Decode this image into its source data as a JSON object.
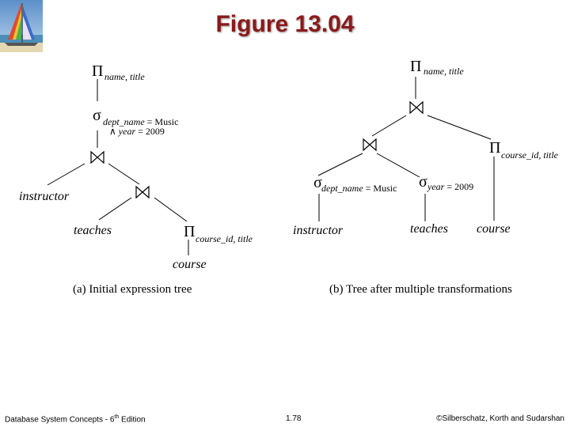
{
  "slide": {
    "title": "Figure 13.04"
  },
  "symbols": {
    "project": "Π",
    "select": "σ",
    "and": "∧"
  },
  "tree_a": {
    "project_attrs": "name, title",
    "select_attr1": "dept_name",
    "select_val1": " = Music",
    "select_attr2": "year",
    "select_val2": " = 2009",
    "instructor": "instructor",
    "teaches": "teaches",
    "project2_attrs": "course_id, title",
    "course": "course",
    "caption": "(a) Initial expression tree"
  },
  "tree_b": {
    "project_attrs": "name, title",
    "project2_attrs": "course_id, title",
    "select1_attr": "dept_name",
    "select1_val": " = Music",
    "select2_attr": "year",
    "select2_val": " = 2009",
    "instructor": "instructor",
    "teaches": "teaches",
    "course": "course",
    "caption": "(b) Tree after multiple transformations"
  },
  "footer": {
    "left_prefix": "Database System Concepts - 6",
    "left_sup": "th",
    "left_suffix": " Edition",
    "center": "1.78",
    "right": "©Silberschatz, Korth and Sudarshan"
  }
}
